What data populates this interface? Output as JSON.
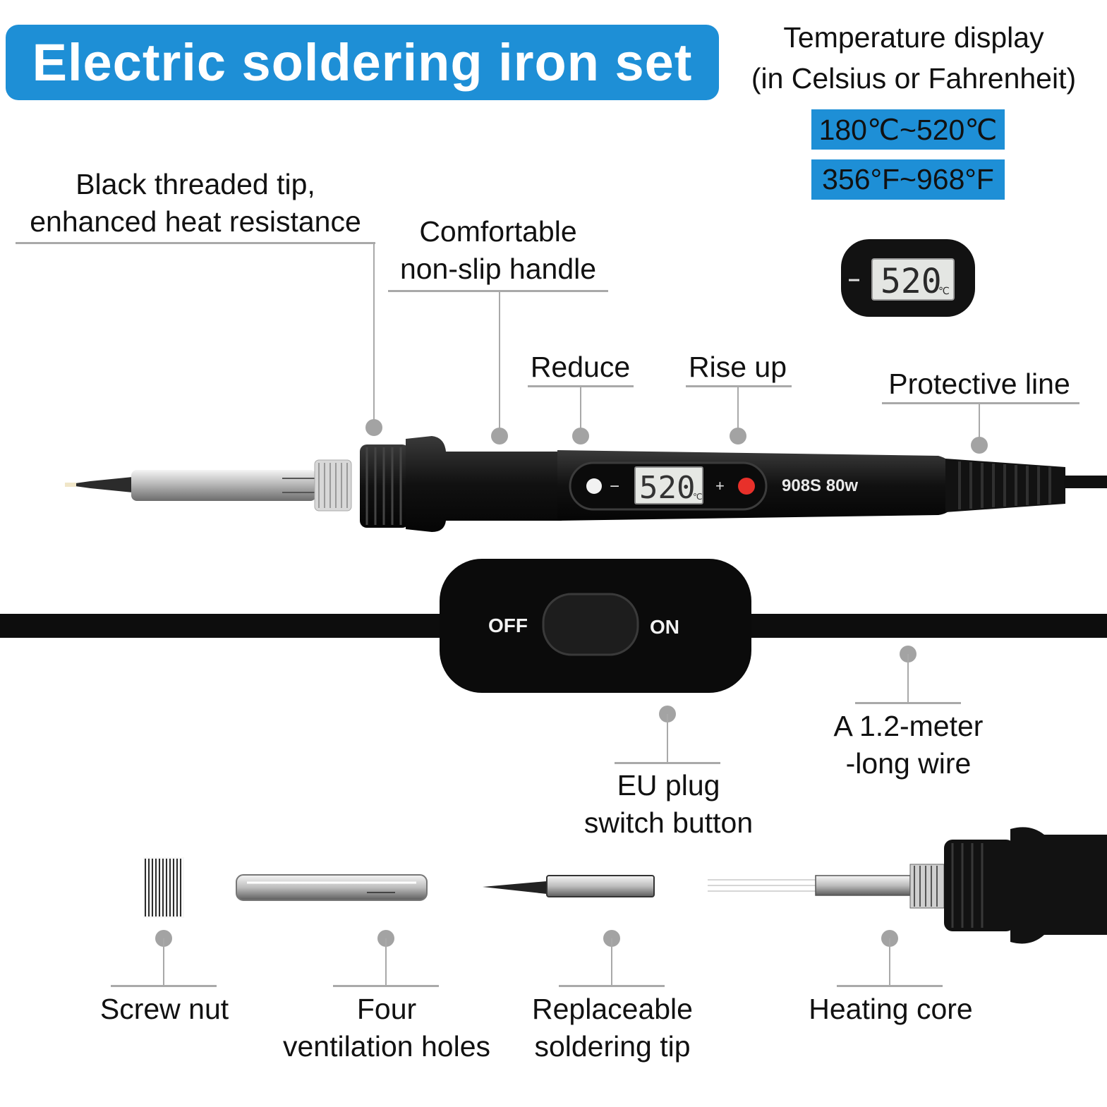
{
  "title": "Electric soldering iron set",
  "temperature": {
    "heading_line1": "Temperature display",
    "heading_line2": "(in Celsius or Fahrenheit)",
    "celsius_range": "180℃~520℃",
    "fahrenheit_range": "356°F~968°F",
    "display_reading": "520",
    "display_unit": "℃"
  },
  "iron": {
    "model_text": "908S 80w",
    "display_reading": "520",
    "display_unit": "℃",
    "minus_glyph": "−",
    "plus_glyph": "+"
  },
  "switch": {
    "off_label": "OFF",
    "on_label": "ON"
  },
  "labels": {
    "tip": [
      "Black threaded tip,",
      "enhanced heat resistance"
    ],
    "handle": [
      "Comfortable",
      "non-slip handle"
    ],
    "reduce": "Reduce",
    "rise": "Rise up",
    "protective": "Protective line",
    "wire": [
      "A 1.2-meter",
      "-long wire"
    ],
    "switch_button": [
      "EU plug",
      "switch button"
    ],
    "screw_nut": "Screw nut",
    "vent": [
      "Four",
      "ventilation holes"
    ],
    "replaceable_tip": [
      "Replaceable",
      "soldering tip"
    ],
    "heating_core": "Heating core"
  },
  "colors": {
    "accent": "#1e8fd6",
    "callout_gray": "#a9a9a9",
    "button_red": "#e8302a",
    "body_black": "#151515"
  }
}
